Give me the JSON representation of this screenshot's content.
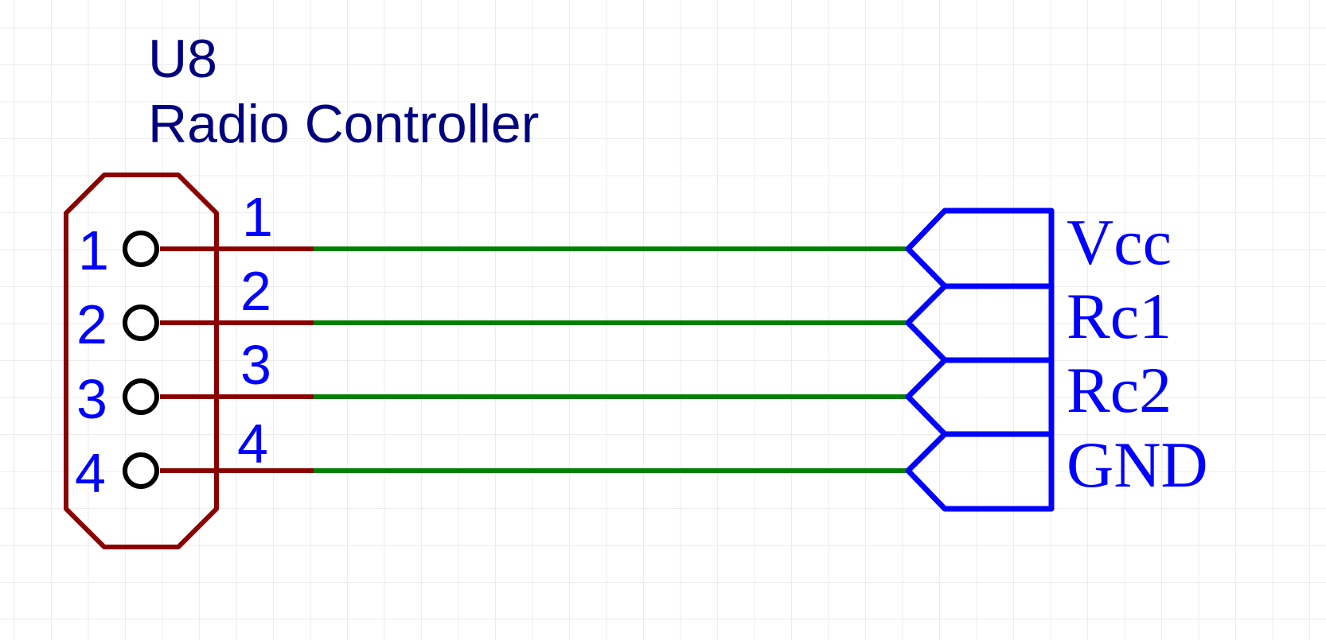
{
  "component": {
    "designator": "U8",
    "value": "Radio Controller"
  },
  "pins": [
    {
      "number": "1",
      "label": "1"
    },
    {
      "number": "2",
      "label": "2"
    },
    {
      "number": "3",
      "label": "3"
    },
    {
      "number": "4",
      "label": "4"
    }
  ],
  "net_labels": [
    "Vcc",
    "Rc1",
    "Rc2",
    "GND"
  ],
  "colors": {
    "grid": "#ececec",
    "body": "#8b0000",
    "pin_line": "#8b0000",
    "wire": "#008000",
    "text": "#000080",
    "pin_text": "#0000ff",
    "net_port": "#0000ff",
    "pin_circle": "#000000"
  }
}
